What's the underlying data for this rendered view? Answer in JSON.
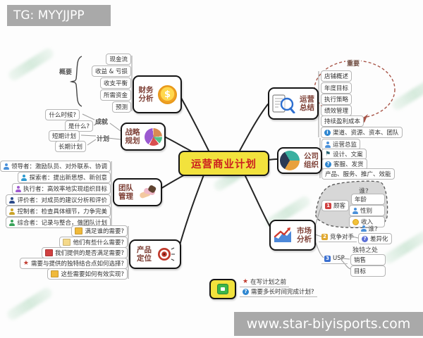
{
  "header": {
    "badge": "TG: MYYJJPP"
  },
  "footer": {
    "badge": "www.star-biyisports.com"
  },
  "center": {
    "label": "运营商业计划"
  },
  "icons": {
    "star": "★",
    "flag": "⚑",
    "question": "?",
    "info": "i",
    "dollar": "$"
  },
  "finance": {
    "label": "财务分析",
    "outline_label": "概要",
    "items": [
      "现金流",
      "收益 & 亏损",
      "收支平衡",
      "所需资金",
      "预测"
    ]
  },
  "strategy": {
    "label": "战略规划",
    "achievement_label": "成就",
    "achievement_items": [
      "什么时候?",
      "是什么?"
    ],
    "plan_label": "计划",
    "plan_items": [
      "短期计划",
      "长期计划"
    ]
  },
  "team": {
    "label": "团队管理",
    "items": [
      {
        "icon": "person-blue-icon",
        "text": "领导者：激励队员、对外联系、协调"
      },
      {
        "icon": "person-teal-icon",
        "text": "探索者：提出新思想、新创意"
      },
      {
        "icon": "person-purple-icon",
        "text": "执行者：高效率地实现组织目标"
      },
      {
        "icon": "person-navy-icon",
        "text": "评价者：对成员的建议分析和评价"
      },
      {
        "icon": "person-yellow-icon",
        "text": "控制者：检查具体细节，力争完美"
      },
      {
        "icon": "person-green-icon",
        "text": "综合者：记录与整合，做团队计划"
      }
    ]
  },
  "product": {
    "label": "产品定位",
    "items": [
      {
        "icon": "note-yellow-icon",
        "text": "满足谁的需要?"
      },
      {
        "icon": "note-paleyellow-icon",
        "text": "他们有些什么需要?"
      },
      {
        "icon": "note-red-icon",
        "text": "我们提供的是否满足需要?"
      },
      {
        "icon": "star-icon",
        "text": "需要与提供的独特结合点如何选择?"
      },
      {
        "icon": "note-yellow-icon",
        "text": "这些需要如何有效实现?"
      }
    ]
  },
  "summary": {
    "label": "运营总结",
    "important_label": "重要",
    "items": [
      "店铺概述",
      "年度目标",
      "执行策略",
      "绩效管理",
      "持续盈利成本"
    ],
    "info_item": {
      "icon": "info-icon",
      "text": "渠道、资源、资本、团队"
    }
  },
  "company": {
    "label": "公司组织",
    "items": [
      {
        "icon": "person-blue-icon",
        "text": "运营总监"
      },
      {
        "icon": "flag-icon",
        "text": "设计、文案"
      },
      {
        "icon": "question-icon",
        "text": "客服、发货"
      },
      {
        "icon": "none",
        "text": "产品、服务、推广、效能"
      }
    ]
  },
  "market": {
    "label": "市场分析",
    "customer": {
      "badge": "1",
      "label": "顾客",
      "who_label": "谁?",
      "items": [
        {
          "icon": "none",
          "text": "年龄"
        },
        {
          "icon": "person-blue-icon",
          "text": "性别"
        },
        {
          "icon": "coin-icon",
          "text": "收入"
        }
      ]
    },
    "competitor": {
      "badge": "2",
      "label": "竞争对手",
      "who_label": "谁?",
      "items": [
        {
          "icon": "question-icon",
          "text": "差异化"
        }
      ]
    },
    "usp": {
      "badge": "3",
      "label": "USP",
      "unique_label": "独特之处",
      "items": [
        {
          "icon": "none",
          "text": "销售"
        },
        {
          "icon": "none",
          "text": "目标"
        }
      ]
    }
  },
  "legend": {
    "items": [
      {
        "icon": "star-icon",
        "text": "在写计划之前"
      },
      {
        "icon": "question-icon",
        "text": "需要多长时间完成计划?"
      }
    ]
  },
  "colors": {
    "center_fill": "#f2e23d",
    "center_text": "#cc1f1f",
    "bar_gray": "#a9a9a9",
    "ellipse_red": "#a85548",
    "cloud_gray": "#d7d7d7",
    "branch_text": "#7e4036"
  }
}
